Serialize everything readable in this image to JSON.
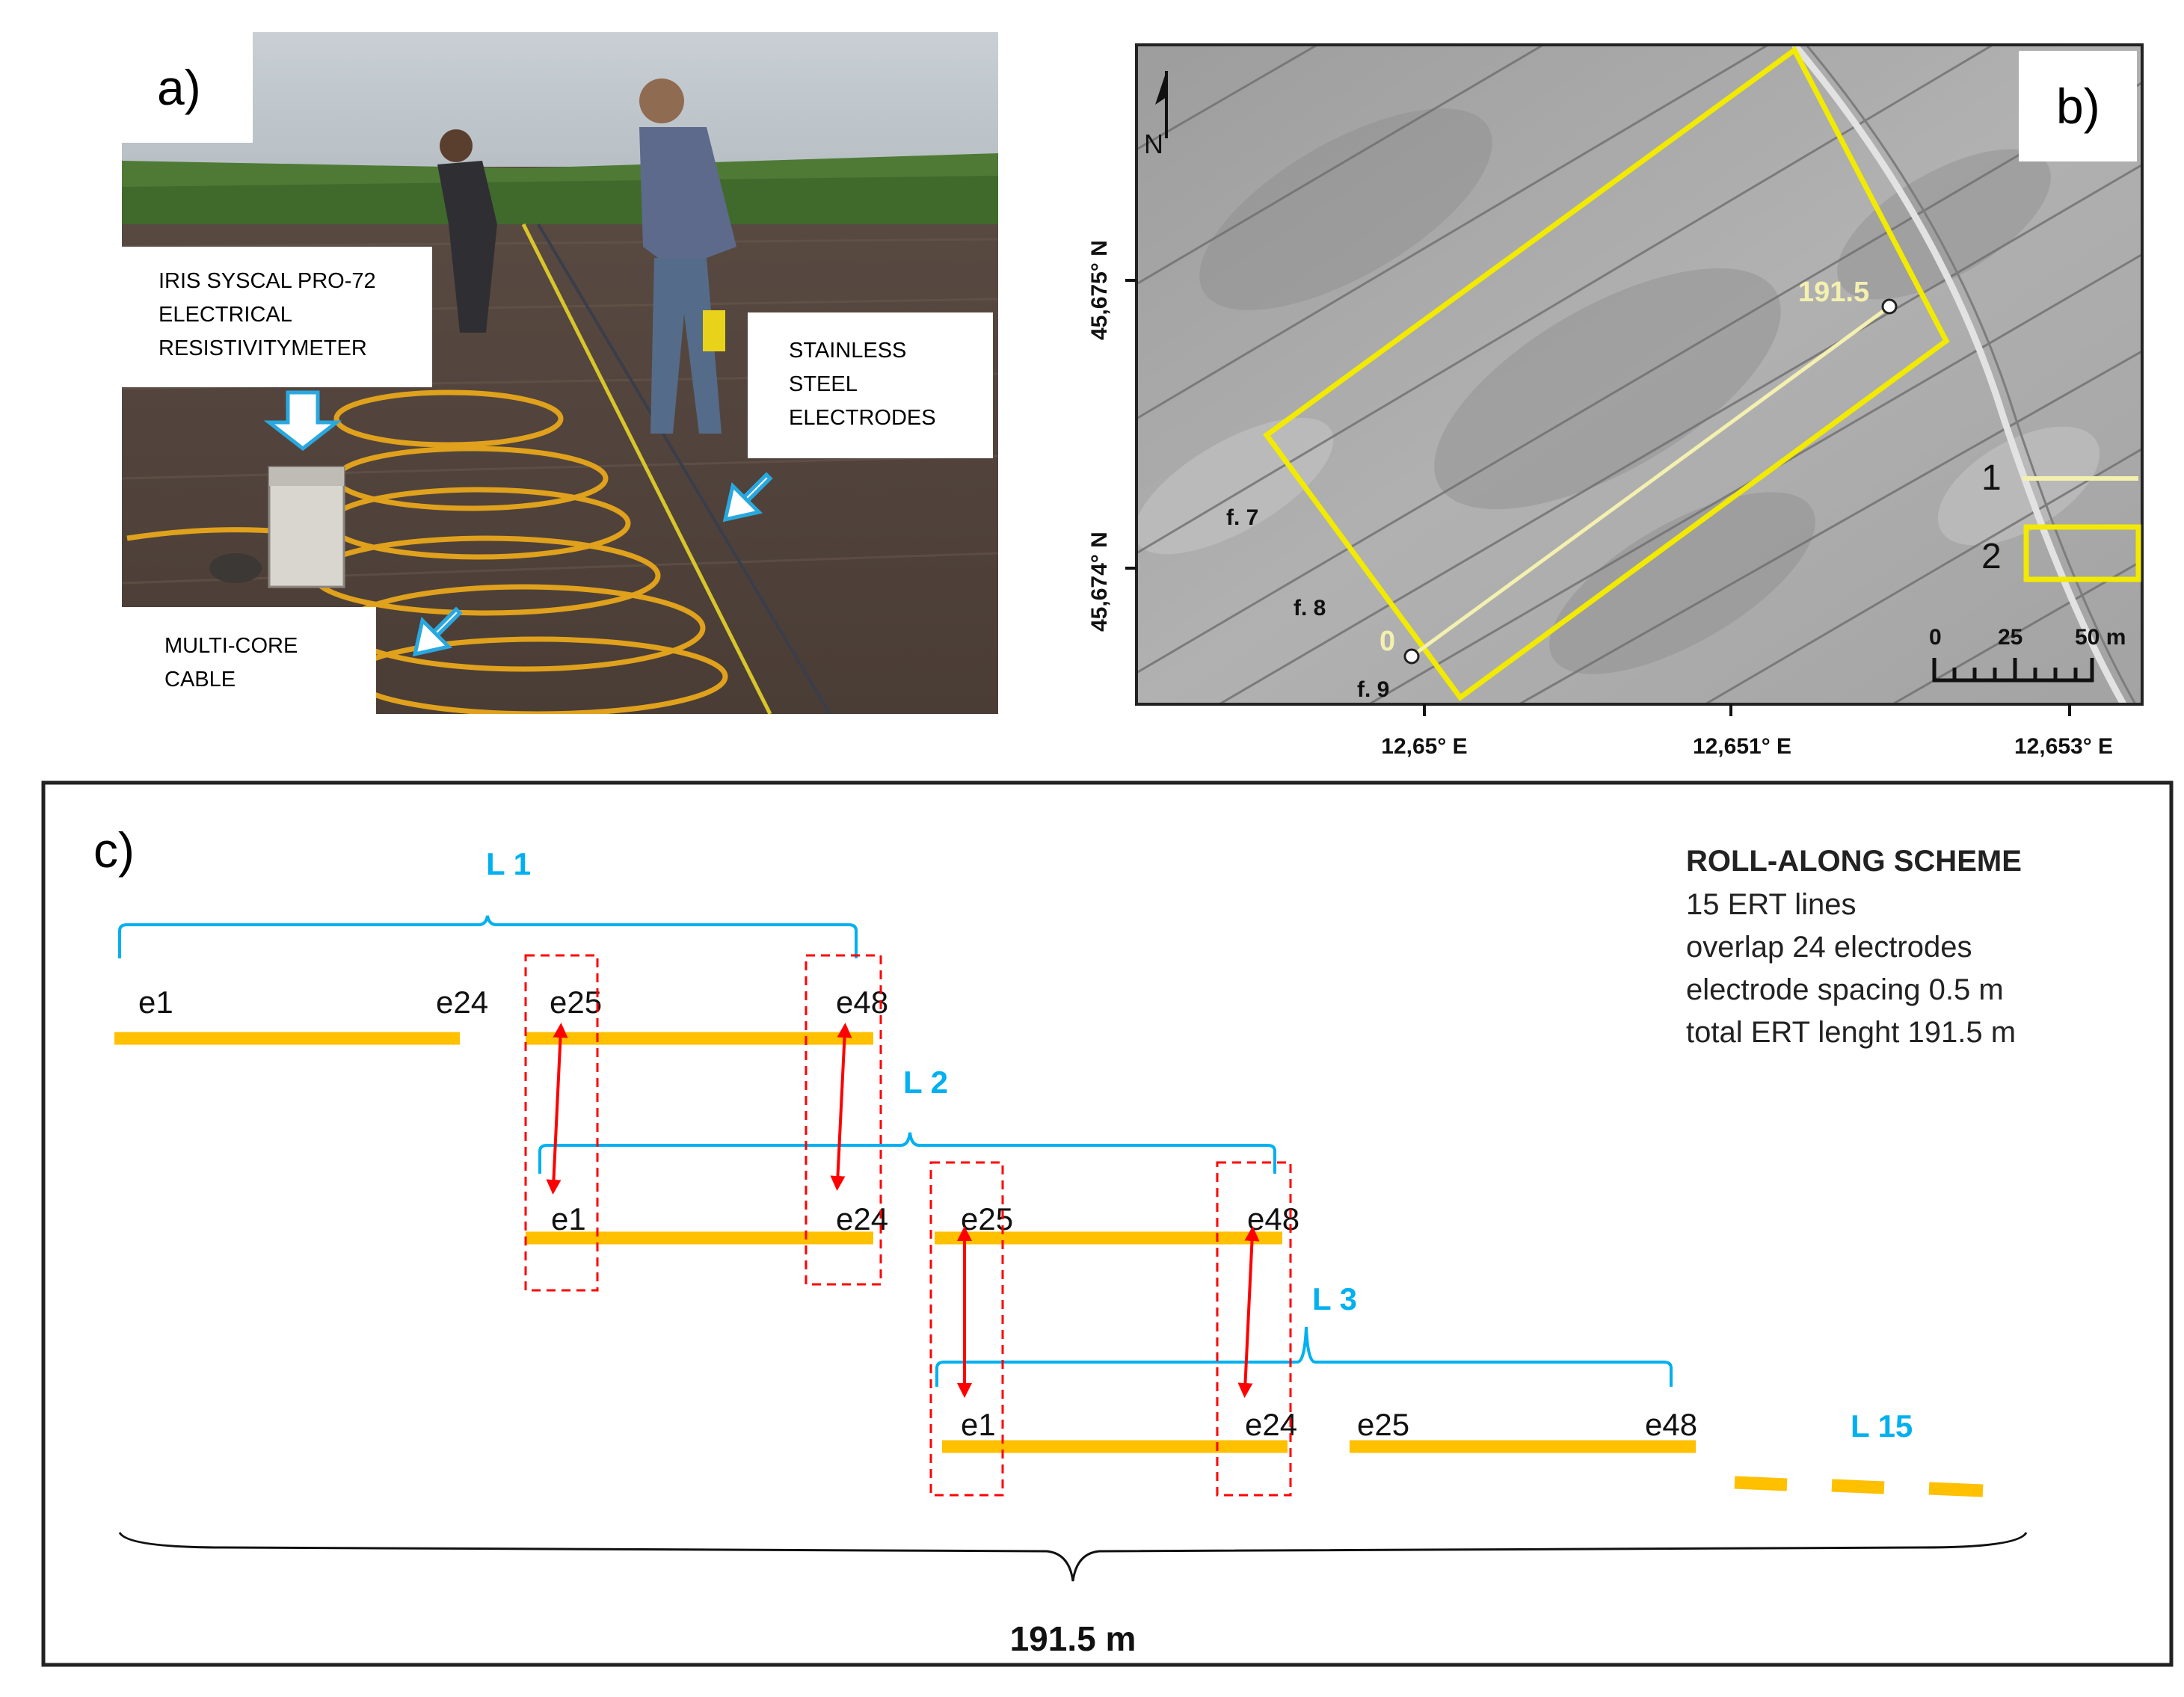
{
  "panel_a": {
    "label": "a)",
    "instrument_text": [
      "IRIS SYSCAL PRO-72",
      "ELECTRICAL",
      "RESISTIVITYMETER"
    ],
    "electrodes_text": [
      "STAINLESS",
      "STEEL",
      "ELECTRODES"
    ],
    "cable_text": [
      "MULTI-CORE",
      "CABLE"
    ]
  },
  "panel_b": {
    "label": "b)",
    "north": "N",
    "lat_labels": [
      "45,675° N",
      "45,674° N"
    ],
    "lon_labels": [
      "12,65° E",
      "12,651° E",
      "12,653° E"
    ],
    "line_start": "0",
    "line_end": "191.5",
    "furrows": [
      "f. 7",
      "f. 8",
      "f. 9"
    ],
    "legend": [
      "1",
      "2"
    ],
    "scale_labels": [
      "0",
      "25",
      "50 m"
    ],
    "colors": {
      "line": "#f3f0b0",
      "area": "#f2ea00"
    }
  },
  "panel_c": {
    "label": "c)",
    "scheme_title": "ROLL-ALONG SCHEME",
    "scheme_lines": [
      "15 ERT lines",
      "overlap 24 electrodes",
      "electrode spacing 0.5 m",
      "total ERT lenght 191.5 m"
    ],
    "line_labels": [
      "L 1",
      "L 2",
      "L 3",
      "L 15"
    ],
    "row1": [
      "e1",
      "e24",
      "e25",
      "e48"
    ],
    "row2": [
      "e1",
      "e24",
      "e25",
      "e48"
    ],
    "row3": [
      "e1",
      "e24",
      "e25",
      "e48"
    ],
    "total_length": "191.5 m",
    "colors": {
      "bar": "#ffc000",
      "bracket": "#00b0f0",
      "arrow": "#ff0000"
    }
  }
}
